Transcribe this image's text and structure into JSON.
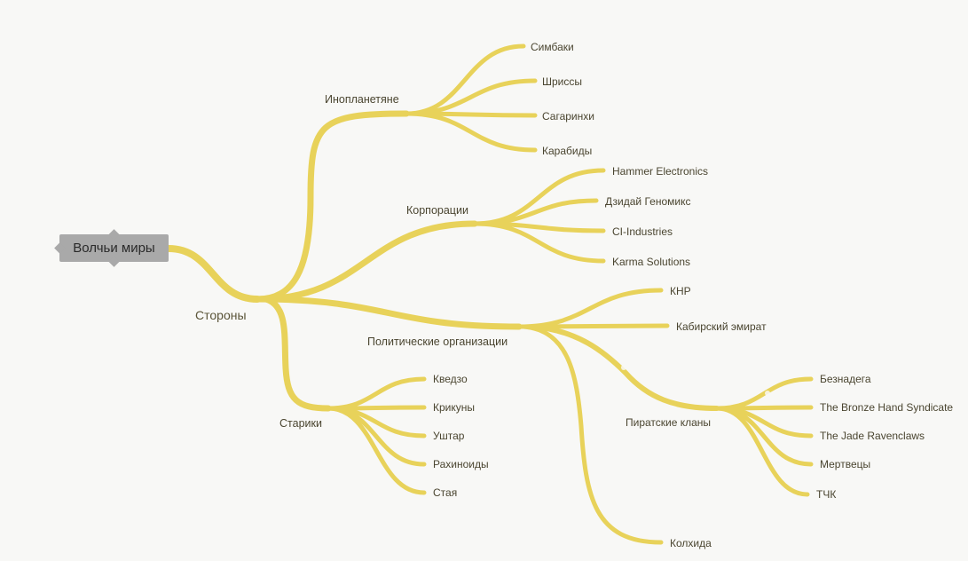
{
  "root": {
    "label": "Волчьи миры"
  },
  "sides": {
    "label": "Стороны",
    "aliens": {
      "label": "Инопланетяне",
      "items": [
        "Симбаки",
        "Шриссы",
        "Сагаринхи",
        "Карабиды"
      ]
    },
    "corps": {
      "label": "Корпорации",
      "items": [
        "Hammer Electronics",
        "Дзидай Геномикс",
        "CI-Industries",
        "Karma Solutions"
      ]
    },
    "politics": {
      "label": "Политические организации",
      "items": [
        "КНР",
        "Кабирский эмират",
        "Колхида"
      ],
      "pirates": {
        "label": "Пиратские кланы",
        "items": [
          "Безнадега",
          "The Bronze Hand Syndicate",
          "The Jade Ravenclaws",
          "Мертвецы",
          "ТЧК"
        ]
      }
    },
    "elders": {
      "label": "Старики",
      "items": [
        "Кведзо",
        "Крикуны",
        "Уштар",
        "Рахиноиды",
        "Стая"
      ]
    }
  },
  "colors": {
    "branch": "#e8d25a",
    "root_bg": "#a9a9a9",
    "background": "#f8f8f6"
  }
}
